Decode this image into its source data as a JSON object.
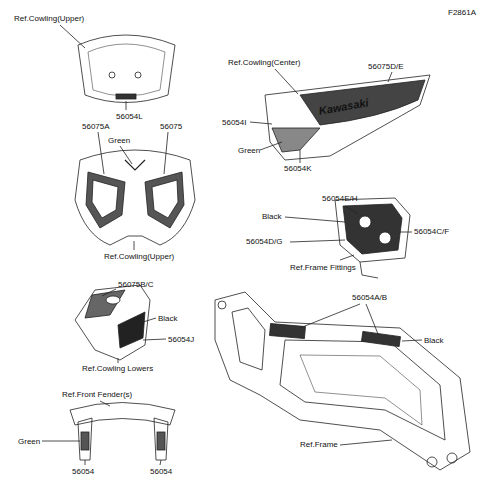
{
  "diagram": {
    "labels": [
      "F2861A",
      "Ref.Cowling(Upper)",
      "56054L",
      "56075A",
      "Green",
      "56075",
      "Ref.Cowling(Upper)",
      "Ref.Cowling(Center)",
      "56075D/E",
      "56054I",
      "Green",
      "56054K",
      "Kawasaki",
      "56075B/C",
      "Black",
      "56054J",
      "Ref.Cowling Lowers",
      "56054E/H",
      "Black",
      "56054C/F",
      "56054D/G",
      "Ref.Frame Fittings",
      "56054A/B",
      "Black",
      "Ref.Front Fender(s)",
      "Green",
      "56054",
      "56054",
      "Ref.Frame"
    ]
  }
}
